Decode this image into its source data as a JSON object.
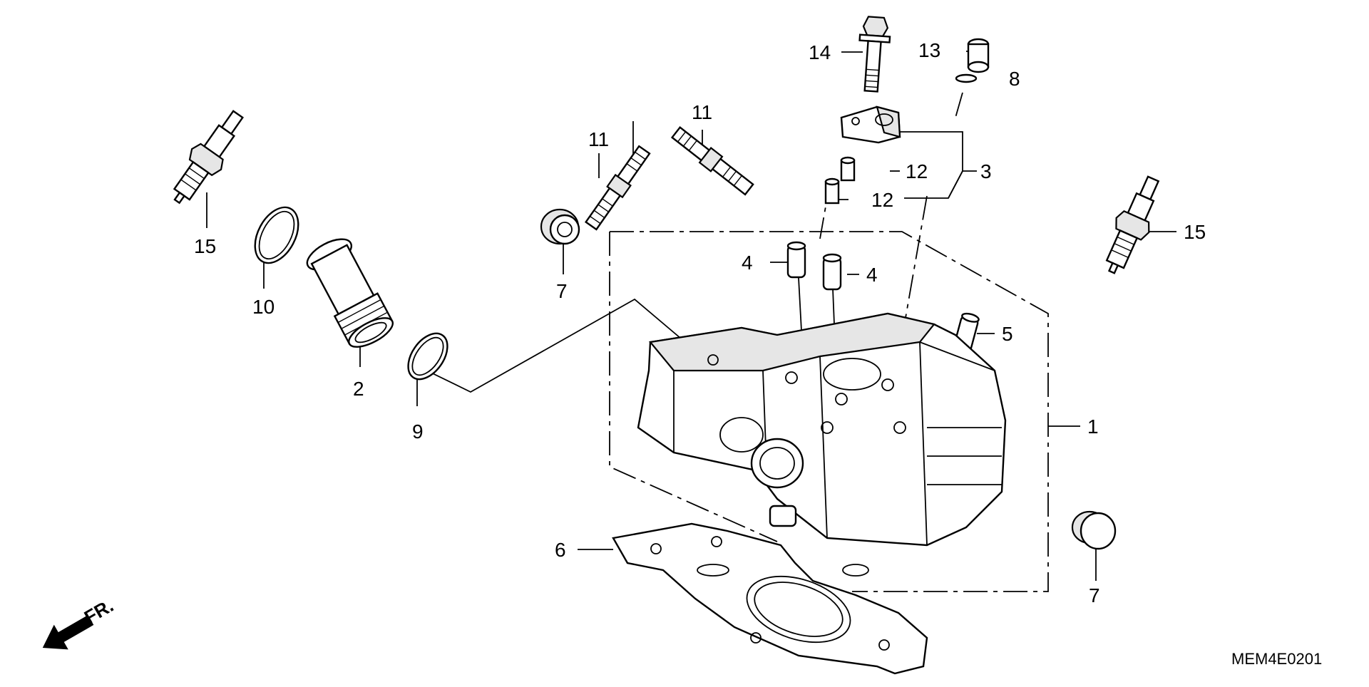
{
  "diagram_code": "MEM4E0201",
  "front_label": "FR.",
  "callouts": {
    "c1": "1",
    "c2": "2",
    "c3": "3",
    "c4a": "4",
    "c4b": "4",
    "c5": "5",
    "c6": "6",
    "c7a": "7",
    "c7b": "7",
    "c8": "8",
    "c9": "9",
    "c10": "10",
    "c11a": "11",
    "c11b": "11",
    "c12a": "12",
    "c12b": "12",
    "c13": "13",
    "c14": "14",
    "c15a": "15",
    "c15b": "15"
  },
  "icons": [
    "front-arrow-icon"
  ]
}
